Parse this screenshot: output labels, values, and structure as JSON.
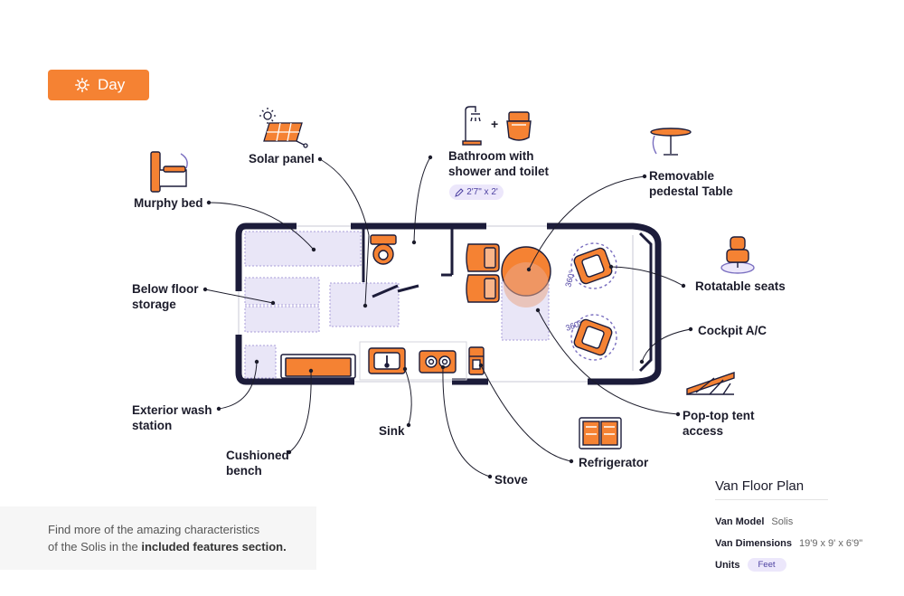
{
  "toggle": {
    "label": "Day",
    "icon": "sun-icon"
  },
  "features": {
    "solar_panel": "Solar panel",
    "bathroom_1": "Bathroom with",
    "bathroom_2": "shower and toilet",
    "bathroom_size": "2'7\" x 2'",
    "table_1": "Removable",
    "table_2": "pedestal Table",
    "murphy_bed": "Murphy bed",
    "storage_1": "Below floor",
    "storage_2": "storage",
    "rotatable_seats": "Rotatable seats",
    "cockpit_ac": "Cockpit A/C",
    "poptop_1": "Pop-top tent",
    "poptop_2": "access",
    "wash_1": "Exterior wash",
    "wash_2": "station",
    "sink": "Sink",
    "bench_1": "Cushioned",
    "bench_2": "bench",
    "stove": "Stove",
    "refrigerator": "Refrigerator",
    "rotation_1": "360°",
    "rotation_2": "360°"
  },
  "info": {
    "line1": "Find more of the amazing characteristics",
    "line2_prefix": "of the Solis in the ",
    "line2_bold": "included features section."
  },
  "specs": {
    "title": "Van Floor Plan",
    "model_label": "Van Model",
    "model_value": "Solis",
    "dimensions_label": "Van Dimensions",
    "dimensions_value": "19'9 x 9' x 6'9\"",
    "units_label": "Units",
    "units_value": "Feet"
  },
  "colors": {
    "accent": "#f58233",
    "van_outline": "#1c1c3a",
    "zone_fill": "#e9e6f7",
    "zone_stroke": "#a99ed8",
    "badge_bg": "#ece7fb"
  }
}
